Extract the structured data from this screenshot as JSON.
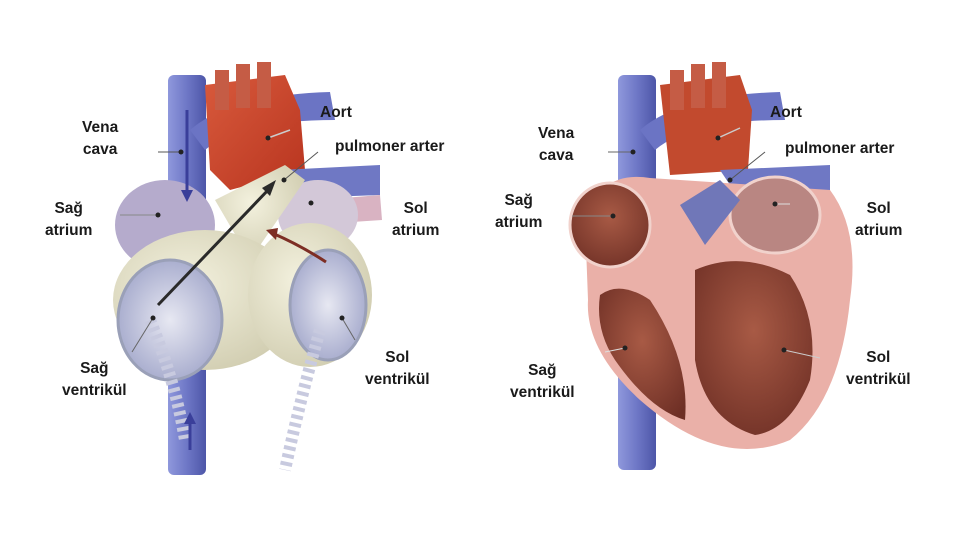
{
  "left_panel": {
    "description": "Total artificial heart replacing ventricles",
    "labels": {
      "vena_cava": [
        "Vena",
        "cava"
      ],
      "aort": "Aort",
      "pulmoner_arter": "pulmoner arter",
      "sag_atrium": [
        "Sağ",
        "atrium"
      ],
      "sol_atrium": [
        "Sol",
        "atrium"
      ],
      "sag_ventrikul": [
        "Sağ",
        "ventrikül"
      ],
      "sol_ventrikul": [
        "Sol",
        "ventrikül"
      ]
    }
  },
  "right_panel": {
    "description": "Natural heart cross-section",
    "labels": {
      "vena_cava": [
        "Vena",
        "cava"
      ],
      "aort": "Aort",
      "pulmoner_arter": "pulmoner arter",
      "sag_atrium": [
        "Sağ",
        "atrium"
      ],
      "sol_atrium": [
        "Sol",
        "atrium"
      ],
      "sag_ventrikul": [
        "Sağ",
        "ventrikül"
      ],
      "sol_ventrikul": [
        "Sol",
        "ventrikül"
      ]
    }
  },
  "colors": {
    "vein_blue": "#6f78c4",
    "aorta_red": "#c9442a",
    "device_beige": "#e9e6cf",
    "atrium_lavender": "#b9b0cf",
    "myocardium_pink": "#eab0a8",
    "chamber_brown": "#8a4233",
    "text": "#1a1a1a"
  }
}
